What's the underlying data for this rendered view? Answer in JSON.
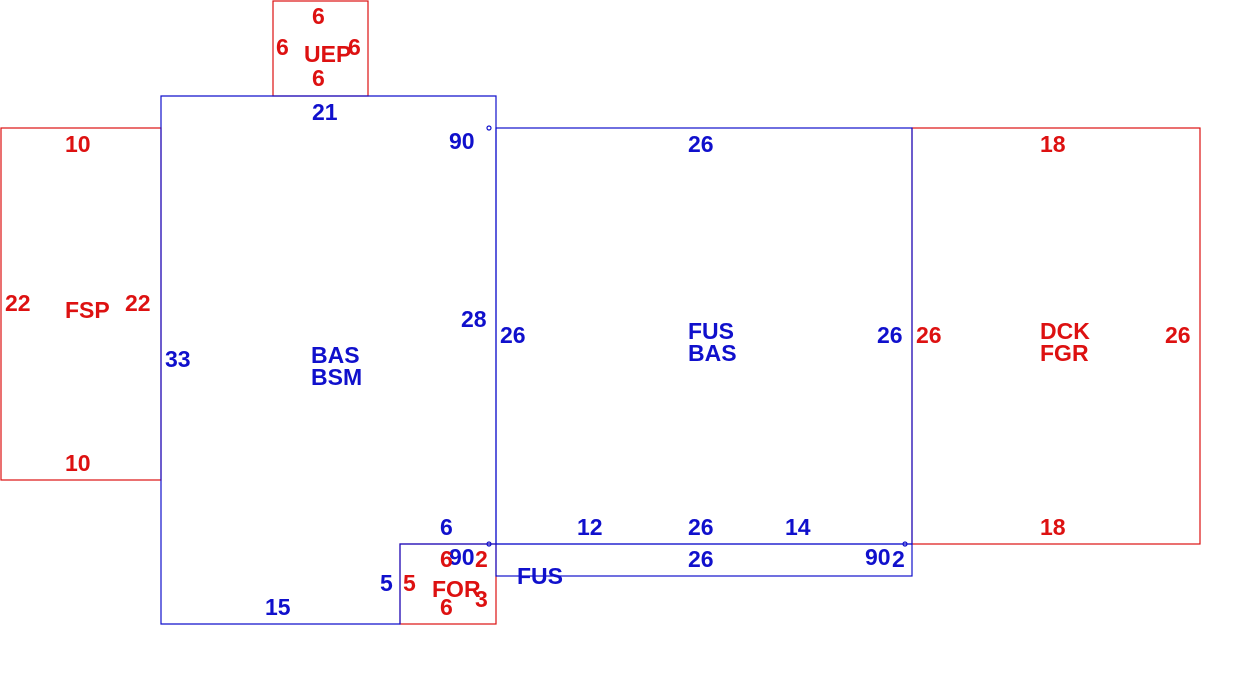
{
  "colors": {
    "blue": "#1010cc",
    "red": "#dd1111",
    "background": "#ffffff"
  },
  "areas": {
    "uep": "UEP",
    "fsp": "FSP",
    "bas_bsm": [
      "BAS",
      "BSM"
    ],
    "fus_bas": [
      "FUS",
      "BAS"
    ],
    "dck_fgr": [
      "DCK",
      "FGR"
    ],
    "for": "FOR",
    "fus": "FUS"
  },
  "dims": {
    "uep_top": "6",
    "uep_left": "6",
    "uep_right": "6",
    "uep_bottom": "6",
    "fsp_top": "10",
    "fsp_left": "22",
    "fsp_right": "22",
    "fsp_bottom": "10",
    "bas_top": "21",
    "bas_angle_tr": "90",
    "bas_left": "33",
    "bas_right_28": "28",
    "bas_bottom_6": "6",
    "bas_bottom_15": "15",
    "bas_step_5": "5",
    "main_top": "26",
    "main_left": "26",
    "main_right": "26",
    "main_bottom_12": "12",
    "main_bottom_26": "26",
    "main_bottom_14": "14",
    "main_angle_bl": "90",
    "main_angle_br": "90",
    "fus_strip_26": "26",
    "fus_strip_2": "2",
    "dck_top": "18",
    "dck_left": "26",
    "dck_right": "26",
    "dck_bottom": "18",
    "for_6_top": "6",
    "for_2": "2",
    "for_5": "5",
    "for_6_bottom": "6",
    "for_3": "3"
  }
}
